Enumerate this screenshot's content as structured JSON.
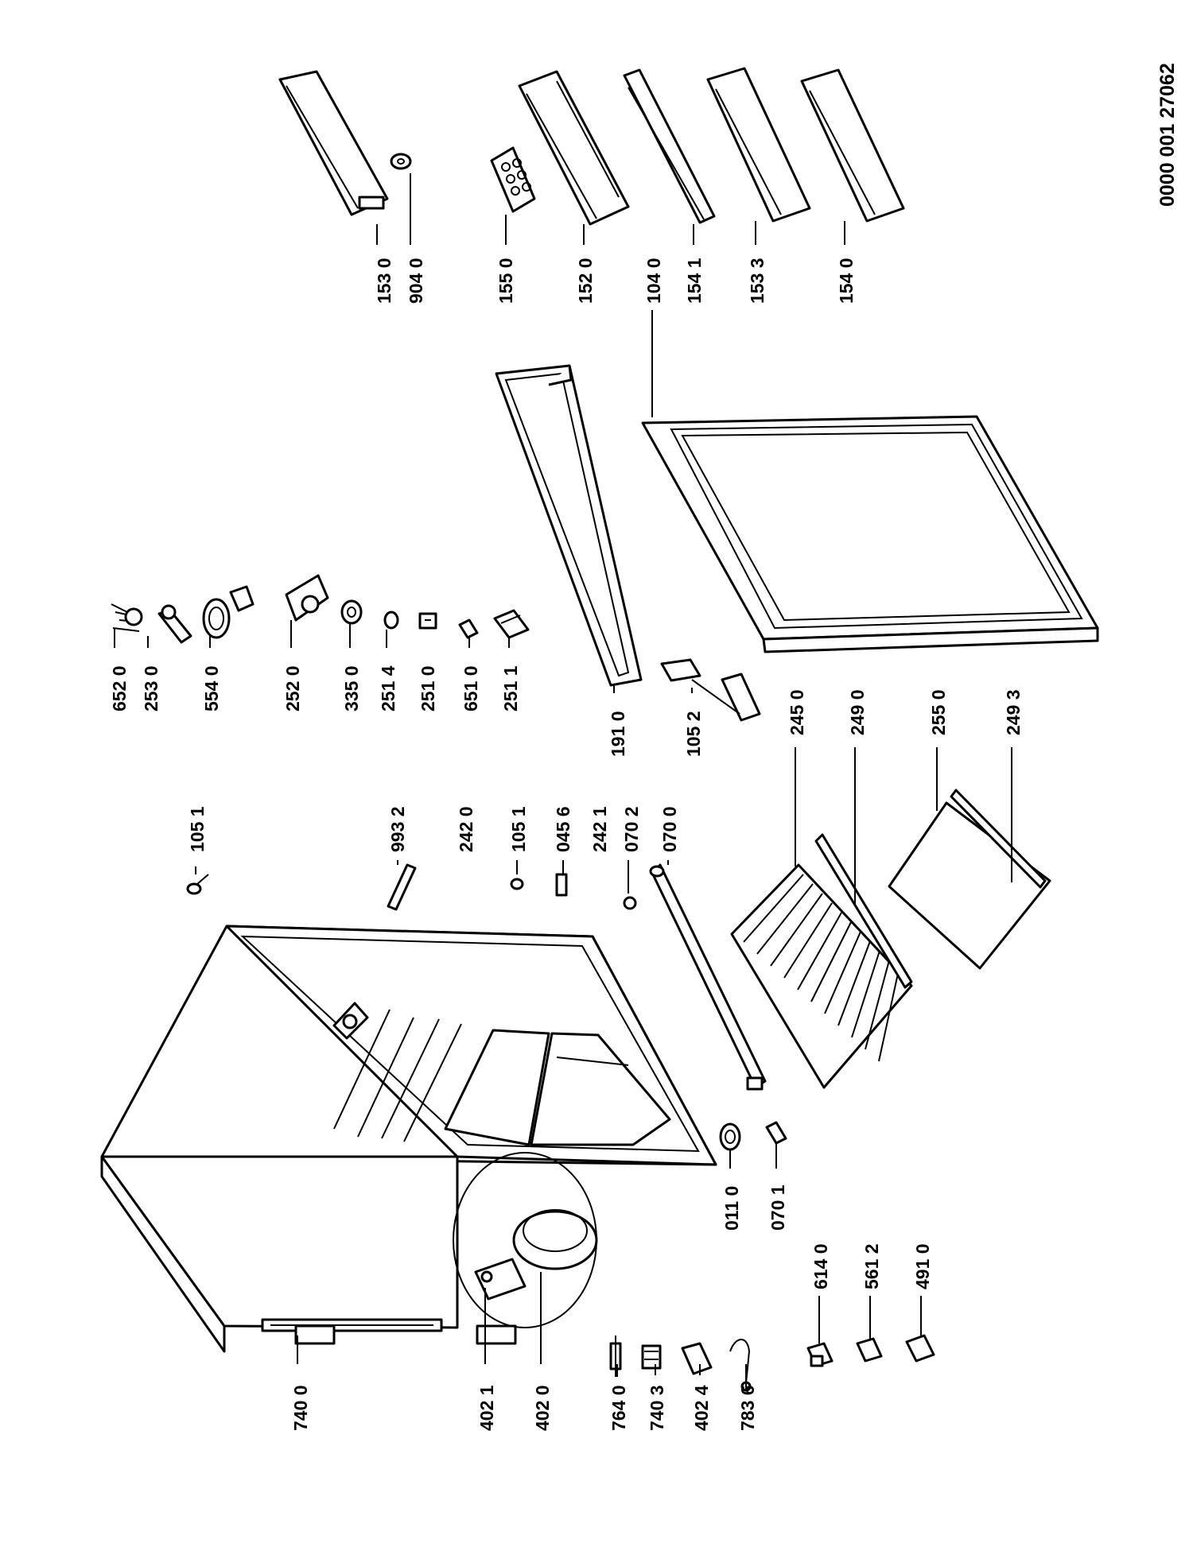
{
  "document_id": "0000 001 27062",
  "callouts": {
    "c1530": "153 0",
    "c9040": "904 0",
    "c1550": "155 0",
    "c1520": "152 0",
    "c1040": "104 0",
    "c1541": "154 1",
    "c1533": "153 3",
    "c1540": "154 0",
    "c6520": "652 0",
    "c2530": "253 0",
    "c5540": "554 0",
    "c2520": "252 0",
    "c3350": "335 0",
    "c2514": "251 4",
    "c2510": "251 0",
    "c6510": "651 0",
    "c2511": "251 1",
    "c1910": "191 0",
    "c1052": "105 2",
    "c2450": "245 0",
    "c2490": "249 0",
    "c2550": "255 0",
    "c2493": "249 3",
    "c1051a": "105 1",
    "c9932": "993 2",
    "c2420": "242 0",
    "c1051b": "105 1",
    "c0456": "045 6",
    "c2421": "242 1",
    "c0702": "070 2",
    "c0700": "070 0",
    "c0110": "011 0",
    "c0701": "070 1",
    "c6140": "614 0",
    "c5612": "561 2",
    "c4910": "491 0",
    "c7400": "740 0",
    "c4021": "402 1",
    "c4020": "402 0",
    "c7640": "764 0",
    "c7403": "740 3",
    "c4024": "402 4",
    "c7836": "783 6"
  }
}
